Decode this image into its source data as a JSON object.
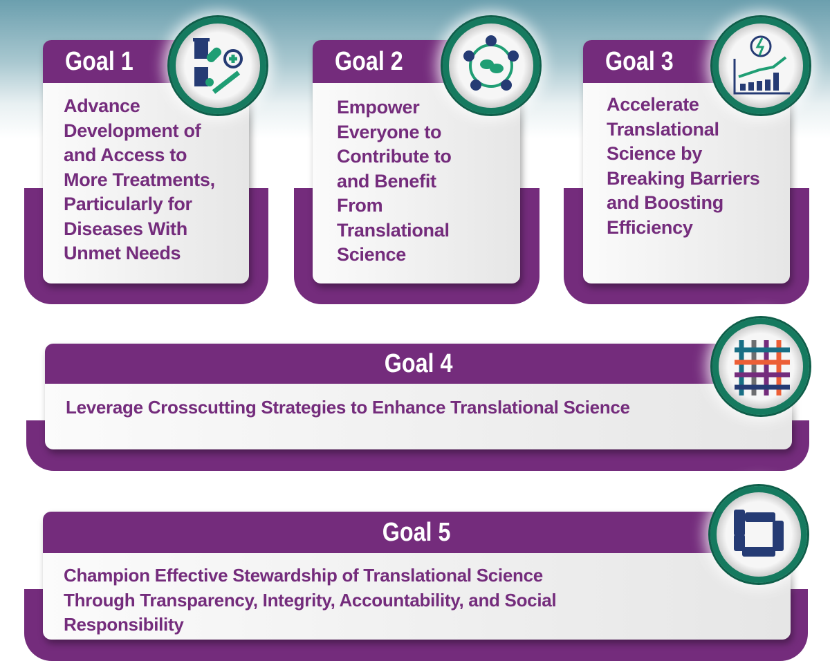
{
  "goals": [
    {
      "title": "Goal 1",
      "text": "Advance Development of and Access to More Treatments, Particularly for Diseases With Unmet Needs",
      "icon": "medicine-icon"
    },
    {
      "title": "Goal 2",
      "text": "Empower Everyone to Contribute to and Benefit From Translational Science",
      "icon": "people-discussion-icon"
    },
    {
      "title": "Goal 3",
      "text": "Accelerate Translational Science by Breaking Barriers and Boosting Efficiency",
      "icon": "growth-chart-icon"
    },
    {
      "title": "Goal 4",
      "text": "Leverage Crosscutting Strategies to Enhance Translational Science",
      "icon": "crosshatch-grid-icon"
    },
    {
      "title": "Goal 5",
      "text": "Champion Effective Stewardship of Translational Science Through Transparency, Integrity, Accountability, and Social Responsibility",
      "icon": "joined-hands-icon"
    }
  ],
  "colors": {
    "purple": "#742c7c",
    "teal": "#157a5f",
    "navy": "#253b74",
    "green": "#1f9e74",
    "orange": "#ec5f36",
    "gray": "#6d6e70",
    "petrol": "#186e84"
  }
}
